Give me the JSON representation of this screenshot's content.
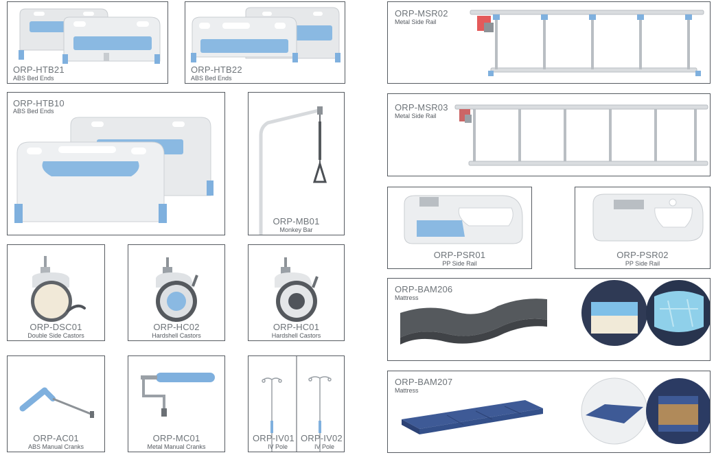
{
  "products": {
    "htb21": {
      "code": "ORP-HTB21",
      "desc": "ABS Bed Ends"
    },
    "htb22": {
      "code": "ORP-HTB22",
      "desc": "ABS Bed Ends"
    },
    "htb10": {
      "code": "ORP-HTB10",
      "desc": "ABS Bed Ends"
    },
    "mb01": {
      "code": "ORP-MB01",
      "desc": "Monkey Bar"
    },
    "dsc01": {
      "code": "ORP-DSC01",
      "desc": "Double Side Castors"
    },
    "hc02": {
      "code": "ORP-HC02",
      "desc": "Hardshell Castors"
    },
    "hc01": {
      "code": "ORP-HC01",
      "desc": "Hardshell Castors"
    },
    "ac01": {
      "code": "ORP-AC01",
      "desc": "ABS Manual Cranks"
    },
    "mc01": {
      "code": "ORP-MC01",
      "desc": "Metal Manual Cranks"
    },
    "iv01": {
      "code": "ORP-IV01",
      "desc": "IV Pole"
    },
    "iv02": {
      "code": "ORP-IV02",
      "desc": "IV Pole"
    },
    "msr02": {
      "code": "ORP-MSR02",
      "desc": "Metal Side Rail"
    },
    "msr03": {
      "code": "ORP-MSR03",
      "desc": "Metal Side Rail"
    },
    "psr01": {
      "code": "ORP-PSR01",
      "desc": "PP Side Rail"
    },
    "psr02": {
      "code": "ORP-PSR02",
      "desc": "PP Side Rail"
    },
    "bam206": {
      "code": "ORP-BAM206",
      "desc": "Mattress"
    },
    "bam207": {
      "code": "ORP-BAM207",
      "desc": "Mattress"
    }
  },
  "colors": {
    "border": "#555a60",
    "plastic": "#e9ebed",
    "panel_blue": "#8ab9e2",
    "metal": "#b9bec3",
    "mattress_grey": "#55595d",
    "mattress_blue": "#3e5a96"
  }
}
